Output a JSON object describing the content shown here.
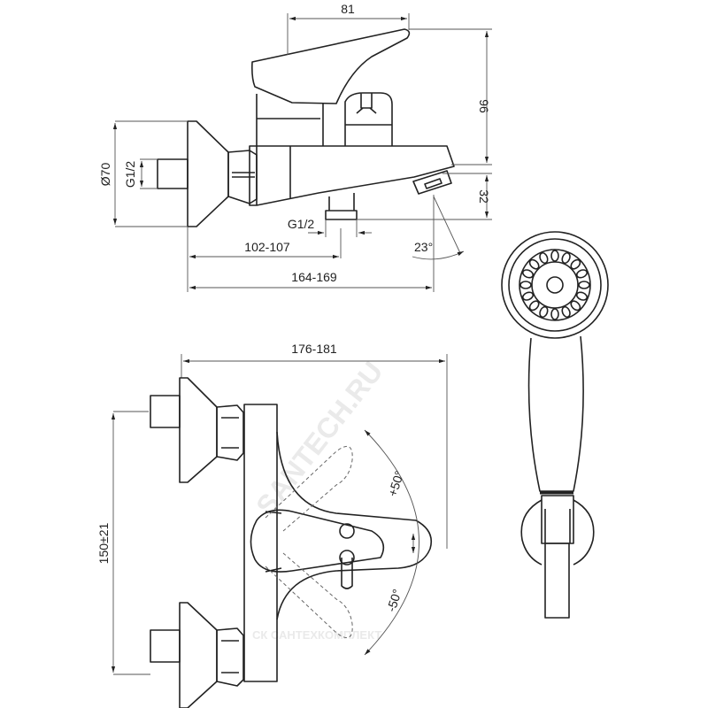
{
  "drawing": {
    "title": "Bath/shower mixer dimension drawing",
    "side_view": {
      "dim_lever_length": "81",
      "dim_height": "96",
      "dim_spout_height": "32",
      "dim_flange_diameter": "Ø70",
      "dim_inlet_thread": "G1/2",
      "dim_outlet_thread": "G1/2",
      "dim_outlet_distance": "102-107",
      "dim_total_projection": "164-169",
      "dim_spout_angle": "23°"
    },
    "front_view": {
      "dim_total_width": "176-181",
      "dim_centres": "150±21",
      "dim_lever_plus": "+50°",
      "dim_lever_minus": "-50°"
    },
    "watermarks": [
      "SANTECH.RU",
      "СК САНТЕХКОМПЛЕКТ"
    ]
  }
}
